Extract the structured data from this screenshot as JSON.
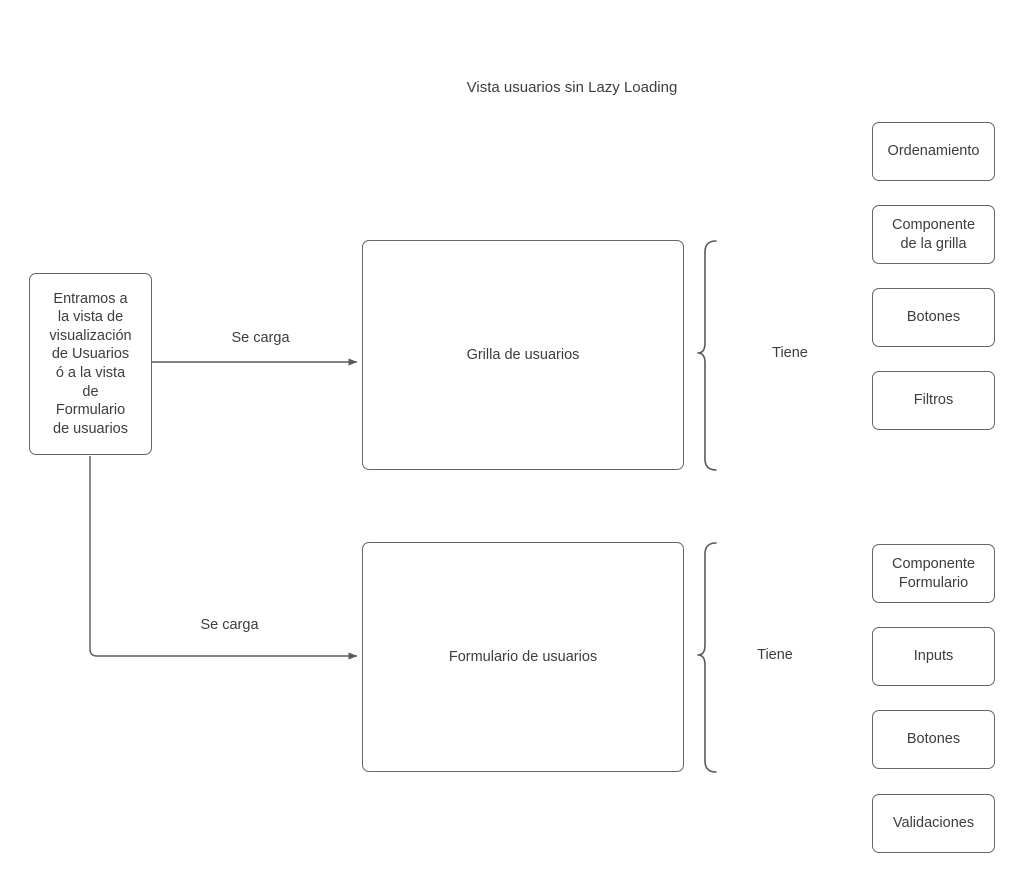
{
  "diagram": {
    "title": "Vista usuarios sin Lazy Loading",
    "colors": {
      "stroke": "#666666",
      "text": "#3d3d3d",
      "background": "#ffffff"
    },
    "start_node": {
      "label": "Entramos a\nla vista de\nvisualización\nde Usuarios\nó a la vista\nde\nFormulario\nde usuarios"
    },
    "flows": [
      {
        "edge_label": "Se carga",
        "node_label": "Grilla de usuarios",
        "brace_label": "Tiene",
        "attributes": [
          {
            "label": "Ordenamiento"
          },
          {
            "label": "Componente\nde la grilla"
          },
          {
            "label": "Botones"
          },
          {
            "label": "Filtros"
          }
        ]
      },
      {
        "edge_label": "Se carga",
        "node_label": "Formulario de usuarios",
        "brace_label": "Tiene",
        "attributes": [
          {
            "label": "Componente\nFormulario"
          },
          {
            "label": "Inputs"
          },
          {
            "label": "Botones"
          },
          {
            "label": "Validaciones"
          }
        ]
      }
    ]
  }
}
